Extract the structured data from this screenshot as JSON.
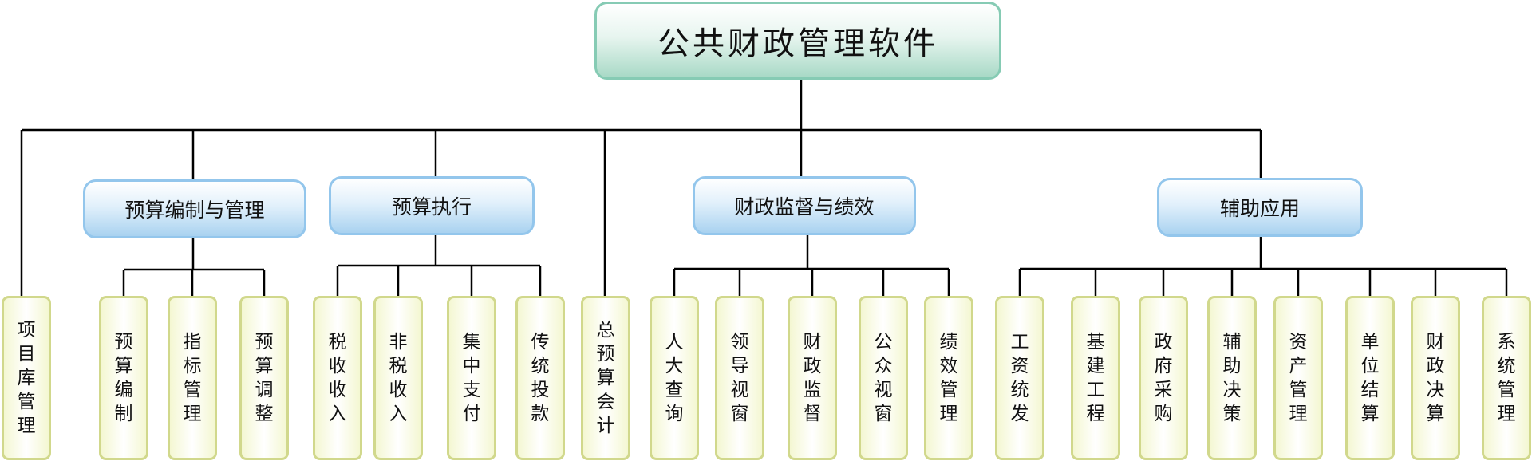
{
  "root": "公共财政管理软件",
  "categories": [
    {
      "id": "c1",
      "label": "预算编制与管理"
    },
    {
      "id": "c2",
      "label": "预算执行"
    },
    {
      "id": "c3",
      "label": "财政监督与绩效"
    },
    {
      "id": "c4",
      "label": "辅助应用"
    }
  ],
  "leaves": [
    {
      "id": "l0",
      "label": "项目库管理",
      "parent": "root"
    },
    {
      "id": "l1",
      "label": "预算编制",
      "parent": "c1"
    },
    {
      "id": "l2",
      "label": "指标管理",
      "parent": "c1"
    },
    {
      "id": "l3",
      "label": "预算调整",
      "parent": "c1"
    },
    {
      "id": "l4",
      "label": "税收收入",
      "parent": "c2"
    },
    {
      "id": "l5",
      "label": "非税收入",
      "parent": "c2"
    },
    {
      "id": "l6",
      "label": "集中支付",
      "parent": "c2"
    },
    {
      "id": "l7",
      "label": "传统投款",
      "parent": "c2"
    },
    {
      "id": "l8",
      "label": "总预算会计",
      "parent": "root"
    },
    {
      "id": "l9",
      "label": "人大查询",
      "parent": "c3"
    },
    {
      "id": "l10",
      "label": "领导视窗",
      "parent": "c3"
    },
    {
      "id": "l11",
      "label": "财政监督",
      "parent": "c3"
    },
    {
      "id": "l12",
      "label": "公众视窗",
      "parent": "c3"
    },
    {
      "id": "l13",
      "label": "绩效管理",
      "parent": "c3"
    },
    {
      "id": "l14",
      "label": "工资统发",
      "parent": "c4"
    },
    {
      "id": "l15",
      "label": "基建工程",
      "parent": "c4"
    },
    {
      "id": "l16",
      "label": "政府采购",
      "parent": "c4"
    },
    {
      "id": "l17",
      "label": "辅助决策",
      "parent": "c4"
    },
    {
      "id": "l18",
      "label": "资产管理",
      "parent": "c4"
    },
    {
      "id": "l19",
      "label": "单位结算",
      "parent": "c4"
    },
    {
      "id": "l20",
      "label": "财政决算",
      "parent": "c4"
    },
    {
      "id": "l21",
      "label": "系统管理",
      "parent": "c4"
    }
  ]
}
